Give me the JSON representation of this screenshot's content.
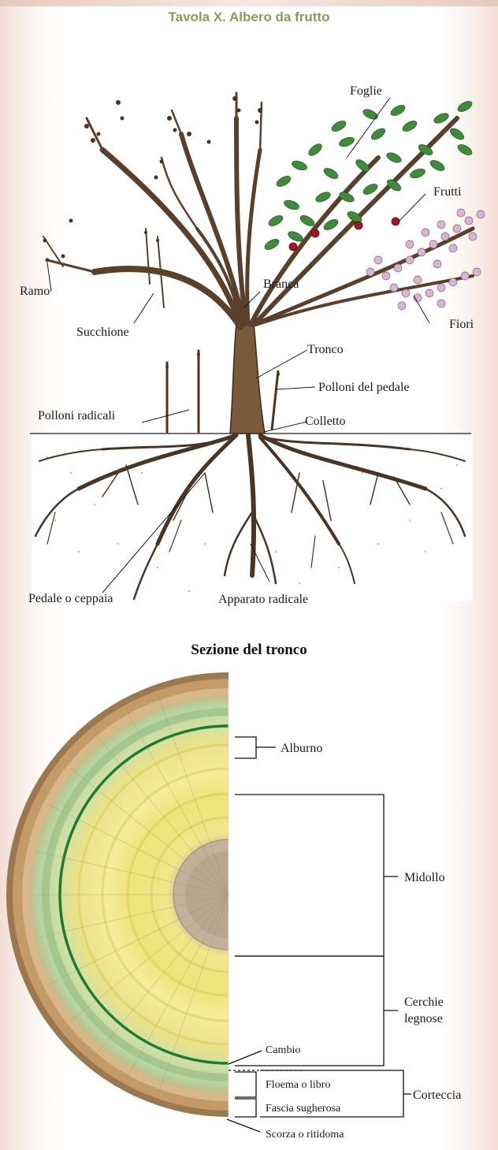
{
  "header": {
    "title": "Tavola X. Albero da frutto"
  },
  "tree": {
    "labels": {
      "foglie": "Foglie",
      "frutti": "Frutti",
      "ramo": "Ramo",
      "branca": "Branca",
      "succhione": "Succhione",
      "fiori": "Fiori",
      "tronco": "Tronco",
      "polloni_pedale": "Polloni del pedale",
      "polloni_radicali": "Polloni radicali",
      "colletto": "Colletto",
      "pedale": "Pedale o ceppaia",
      "apparato": "Apparato radicale"
    }
  },
  "section": {
    "title": "Sezione del tronco",
    "labels": {
      "alburno": "Alburno",
      "midollo": "Midollo",
      "cerchie_1": "Cerchie",
      "cerchie_2": "legnose",
      "cambio": "Cambio",
      "floema": "Floema o libro",
      "fascia": "Fascia sugherosa",
      "corteccia": "Corteccia",
      "scorza": "Scorza o ritidoma"
    }
  }
}
